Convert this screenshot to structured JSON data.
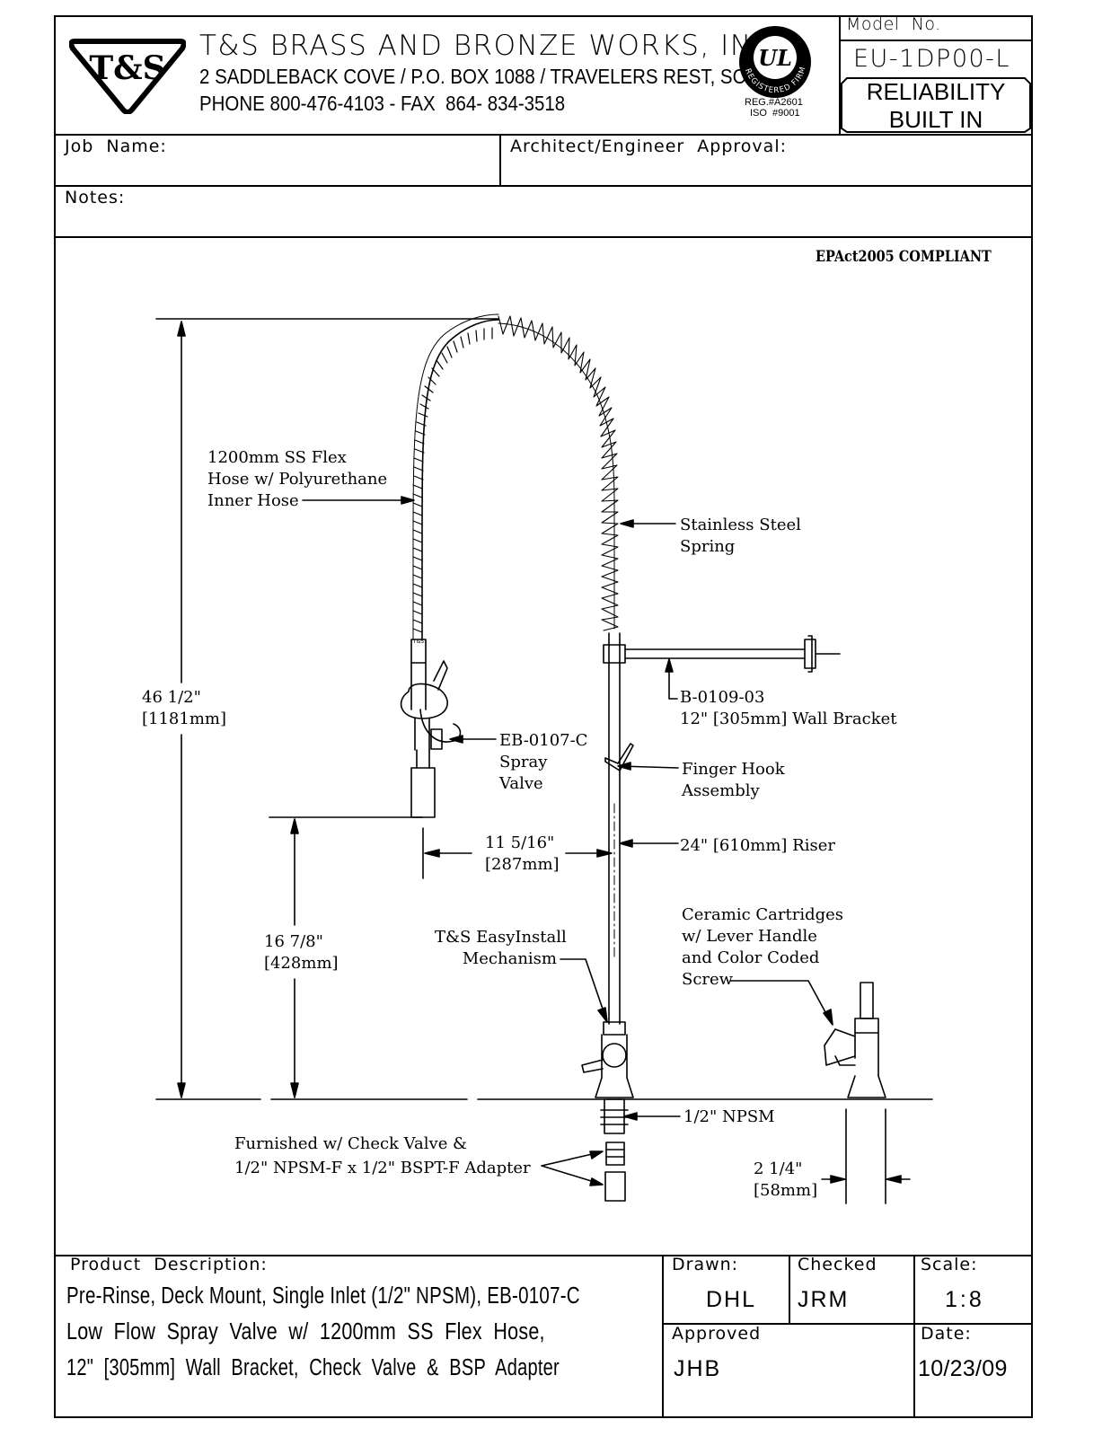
{
  "header": {
    "company": "T&S BRASS AND BRONZE WORKS, INC.",
    "address": "2 SADDLEBACK COVE / P.O. BOX 1088 / TRAVELERS REST, SC 29690",
    "phone_fax": "PHONE 800-476-4103 - FAX  864- 834-3518",
    "logo_text": "T&S",
    "ul_logo_text": "UL",
    "ul_ring_text": "REGISTERED FIRM",
    "reg_line1": "REG.#A2601",
    "reg_line2": "ISO  #9001",
    "model_label": "Model  No.",
    "model_number": "EU-1DP00-L",
    "badge_line1": "RELIABILITY",
    "badge_line2": "BUILT IN"
  },
  "fields": {
    "job_name_label": "Job  Name:",
    "architect_label": "Architect/Engineer  Approval:",
    "notes_label": "Notes:"
  },
  "drawing": {
    "compliance": "EPAct2005 COMPLIANT",
    "callouts": {
      "flex_hose": "1200mm SS Flex\nHose w/ Polyurethane\nInner Hose",
      "spring": "Stainless Steel\nSpring",
      "wall_bracket": "B-0109-03\n12\" [305mm] Wall Bracket",
      "spray_valve": "EB-0107-C\nSpray\nValve",
      "finger_hook": "Finger Hook\nAssembly",
      "riser": "24\" [610mm] Riser",
      "cartridges": "Ceramic Cartridges\nw/ Lever Handle\nand Color Coded\nScrew",
      "easyinstall": "T&S EasyInstall\nMechanism",
      "npsm": "1/2\" NPSM",
      "furnished": "Furnished w/ Check Valve &\n1/2\" NPSM-F x 1/2\" BSPT-F Adapter"
    },
    "dimensions": {
      "overall_height": "46 1/2\"\n[1181mm]",
      "spray_height": "16 7/8\"\n[428mm]",
      "reach": "11 5/16\"\n[287mm]",
      "centers": "2 1/4\"\n[58mm]"
    },
    "valve_marking": "T&S"
  },
  "title_block": {
    "description_label": "Product  Description:",
    "description_lines": [
      "Pre-Rinse, Deck Mount, Single Inlet (1/2\" NPSM), EB-0107-C",
      "Low  Flow  Spray  Valve  w/  1200mm  SS  Flex  Hose,",
      "12\"  [305mm]  Wall  Bracket,  Check  Valve  &  BSP  Adapter"
    ],
    "drawn_label": "Drawn:",
    "drawn_value": "DHL",
    "checked_label": "Checked",
    "checked_value": "JRM",
    "scale_label": "Scale:",
    "scale_value": "1:8",
    "approved_label": "Approved",
    "approved_value": "JHB",
    "date_label": "Date:",
    "date_value": "10/23/09"
  }
}
